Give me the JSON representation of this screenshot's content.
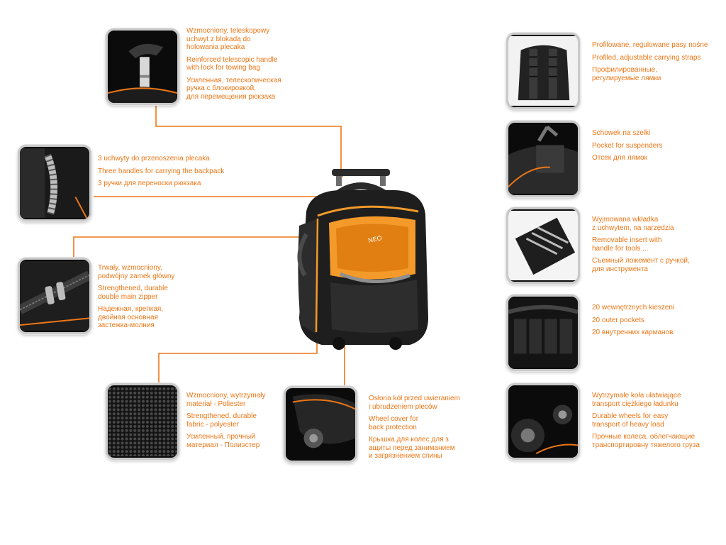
{
  "colors": {
    "accent": "#ee7616",
    "frame": "#c9c9c9",
    "bag_body": "#1c1c1c",
    "bag_accent": "#f39a2b"
  },
  "product": {
    "logo": "NEO"
  },
  "features": [
    {
      "id": "handle",
      "pl": "Wzmocniony, teleskopowy\nuchwyt z blokadą do\nholowania plecaka",
      "en": "Reinforced telescopic handle\nwith lock for towing bag",
      "ru": "Усиленная, телескопическая\nручка с блокировкой,\nдля перемещения рюкзака"
    },
    {
      "id": "carry-handles",
      "pl": "3 uchwyty do przenoszenia plecaka",
      "en": "Three handles for carrying the backpack",
      "ru": "3 ручки для переноски рюкзака"
    },
    {
      "id": "zipper",
      "pl": "Trwały, wzmocniony,\npodwójny zamek główny",
      "en": "Strengthened, durable\ndouble main zipper",
      "ru": "Надежная, крепкая,\nдвойная основная\nзастежка-молния"
    },
    {
      "id": "material",
      "pl": "Wzmocniony, wytrzymały\nmateriał - Poliester",
      "en": "Strengthened, durable\nfabric - polyester",
      "ru": "Усиленный, прочный\nматериал - Полиэстер"
    },
    {
      "id": "wheel-cover",
      "pl": "Osłona kół przed uwieraniem\ni ubrudzeniem pleców",
      "en": "Wheel cover for\nback protection",
      "ru": "Крышка для колес для з\nащиты перед заниманием\nи загрязнением спины"
    },
    {
      "id": "straps",
      "pl": "Profilowane, regulowane pasy nośne",
      "en": "Profiled, adjustable carrying straps",
      "ru": "Профилированные,\nрегулируемые лямки"
    },
    {
      "id": "suspenders-pocket",
      "pl": "Schowek na szelki",
      "en": "Pocket for suspenders",
      "ru": "Отсек для лямок"
    },
    {
      "id": "tool-insert",
      "pl": "Wyjmowana wkładka\nz uchwytem, na narzędzia",
      "en": "Removable insert with\nhandle for tools ...",
      "ru": "Съемный ложемент с ручкой,\nдля инструмента"
    },
    {
      "id": "pockets",
      "pl": "20 wewnętrznych kieszeni",
      "en": "20 outer pockets",
      "ru": "20 внутренних карманов"
    },
    {
      "id": "wheels",
      "pl": "Wytrzymałe koła ułatwiające\ntransport ciężkiego ładunku",
      "en": "Durable wheels for easy\ntransport of heavy load",
      "ru": "Прочные колеса, облегчающие\nтранспортировну тяжелого груза"
    }
  ]
}
